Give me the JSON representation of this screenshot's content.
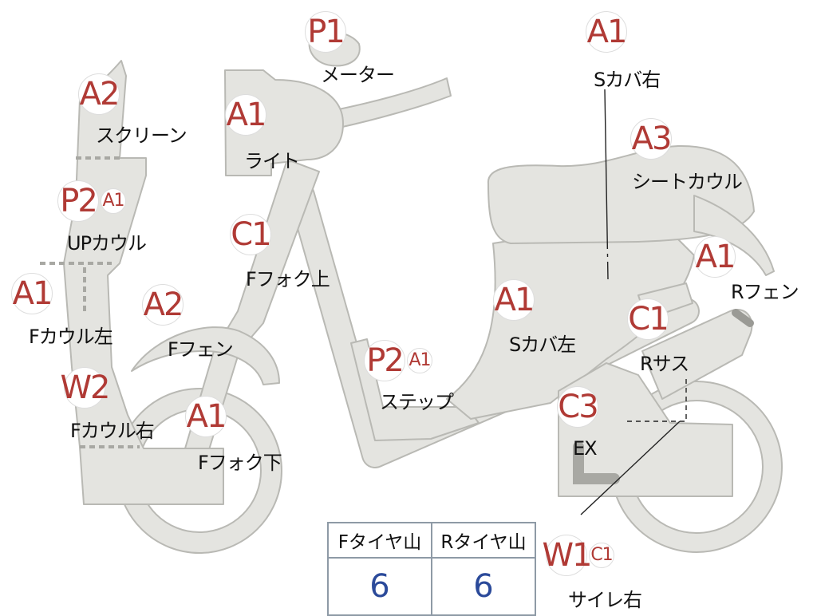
{
  "parts": [
    {
      "id": "screen",
      "grades": [
        "A2"
      ],
      "label": "スクリーン"
    },
    {
      "id": "up-cowl",
      "grades": [
        "P2",
        "A1"
      ],
      "label": "UPカウル"
    },
    {
      "id": "f-cowl-left",
      "grades": [
        "A1"
      ],
      "label": "Fカウル左"
    },
    {
      "id": "f-cowl-right",
      "grades": [
        "W2"
      ],
      "label": "Fカウル右"
    },
    {
      "id": "meter",
      "grades": [
        "P1"
      ],
      "label": "メーター"
    },
    {
      "id": "light",
      "grades": [
        "A1"
      ],
      "label": "ライト"
    },
    {
      "id": "f-fork-upper",
      "grades": [
        "C1"
      ],
      "label": "Fフォク上"
    },
    {
      "id": "f-fender",
      "grades": [
        "A2"
      ],
      "label": "Fフェン"
    },
    {
      "id": "f-fork-lower",
      "grades": [
        "A1"
      ],
      "label": "Fフォク下"
    },
    {
      "id": "step",
      "grades": [
        "P2",
        "A1"
      ],
      "label": "ステップ"
    },
    {
      "id": "s-cover-left",
      "grades": [
        "A1"
      ],
      "label": "Sカバ左"
    },
    {
      "id": "s-cover-right",
      "grades": [
        "A1"
      ],
      "label": "Sカバ右"
    },
    {
      "id": "seat-cowl",
      "grades": [
        "A3"
      ],
      "label": "シートカウル"
    },
    {
      "id": "r-fender",
      "grades": [
        "A1"
      ],
      "label": "Rフェン"
    },
    {
      "id": "r-suspension",
      "grades": [
        "C1"
      ],
      "label": "Rサス"
    },
    {
      "id": "exhaust",
      "grades": [
        "C3"
      ],
      "label": "EX"
    },
    {
      "id": "muffler-right",
      "grades": [
        "W1",
        "C1"
      ],
      "label": "サイレ右"
    }
  ],
  "tire_tread": {
    "headers": [
      "Fタイヤ山",
      "Rタイヤ山"
    ],
    "values": [
      "6",
      "6"
    ]
  }
}
